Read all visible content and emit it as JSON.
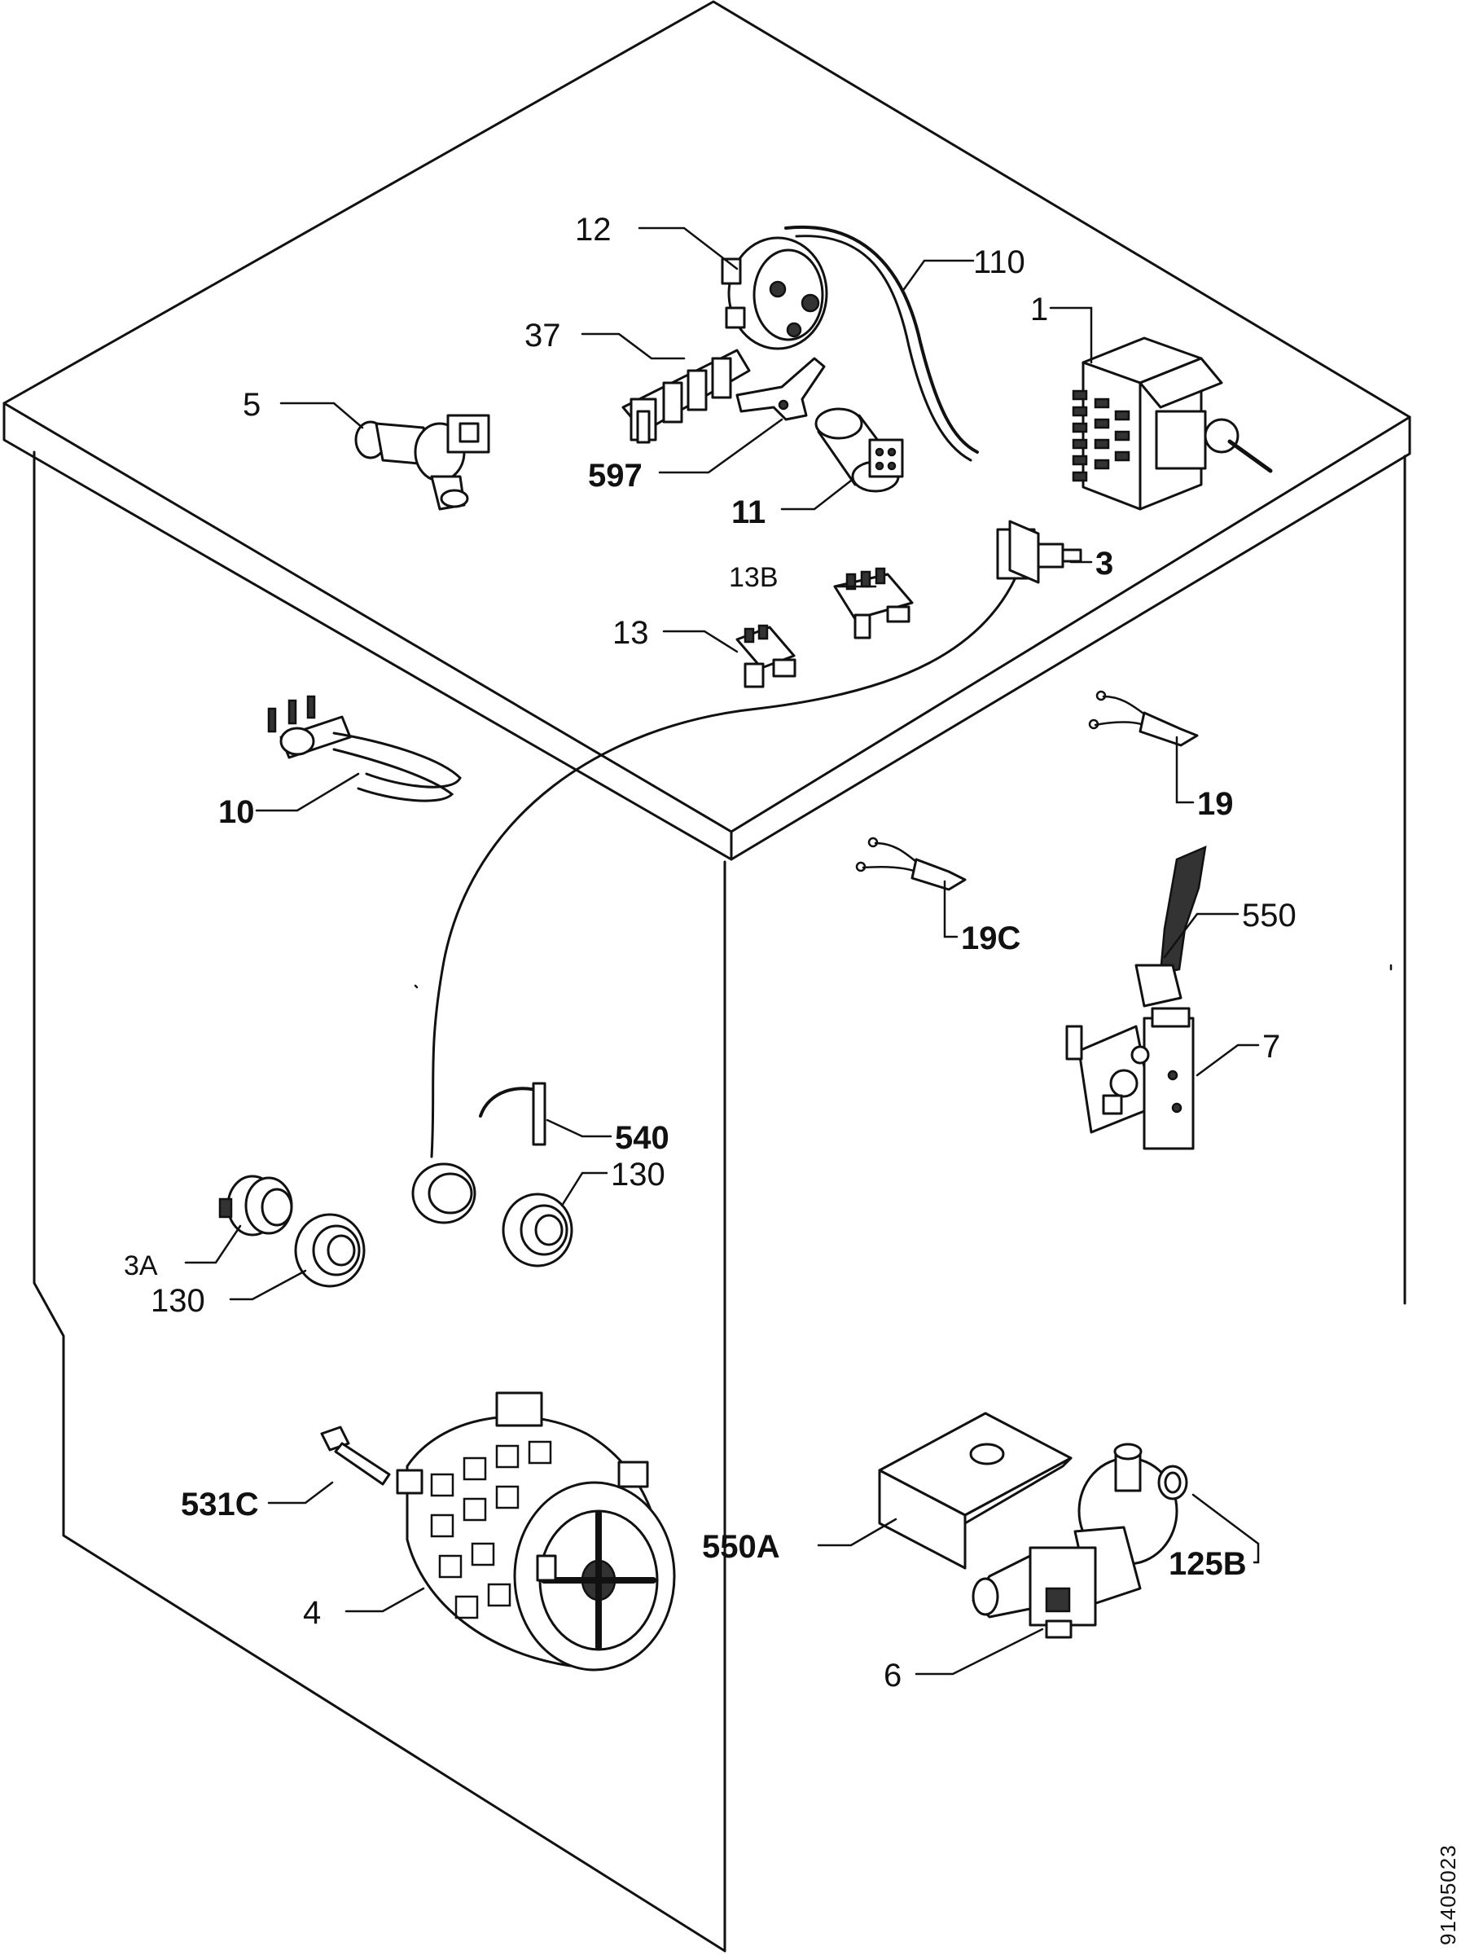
{
  "diagram": {
    "document_number": "91405023",
    "labels": {
      "l1": "1",
      "l3": "3",
      "l3a": "3A",
      "l4": "4",
      "l5": "5",
      "l6": "6",
      "l7": "7",
      "l10": "10",
      "l11": "11",
      "l12": "12",
      "l13": "13",
      "l13b": "13B",
      "l19": "19",
      "l19c": "19C",
      "l37": "37",
      "l110": "110",
      "l125b": "125B",
      "l130a": "130",
      "l130b": "130",
      "l531c": "531C",
      "l540": "540",
      "l550": "550",
      "l550a": "550A",
      "l597": "597"
    }
  }
}
